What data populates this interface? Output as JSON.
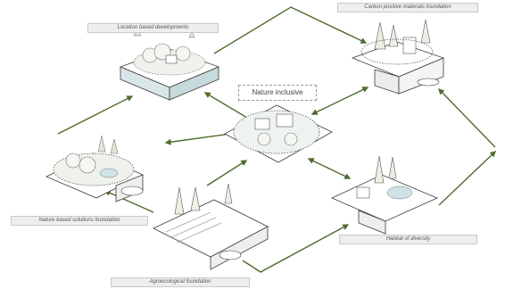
{
  "labels": {
    "location_based": "Location based developments",
    "carbon_positive": "Carbon positive materials foundation",
    "nature_inclusive": "Nature inclusive",
    "nature_based": "Nature based solutions foundation",
    "habitat": "Habitat of diversity",
    "agroecological": "Agroecological foundation"
  },
  "colors": {
    "arrow": "#4e6b2f",
    "platform_top": "#ffffff",
    "platform_side": "#ececec",
    "outline": "#3a3a3a",
    "water": "#cfe3e6",
    "tree": "#e9eee4",
    "label_fill": "#eeeeee"
  }
}
